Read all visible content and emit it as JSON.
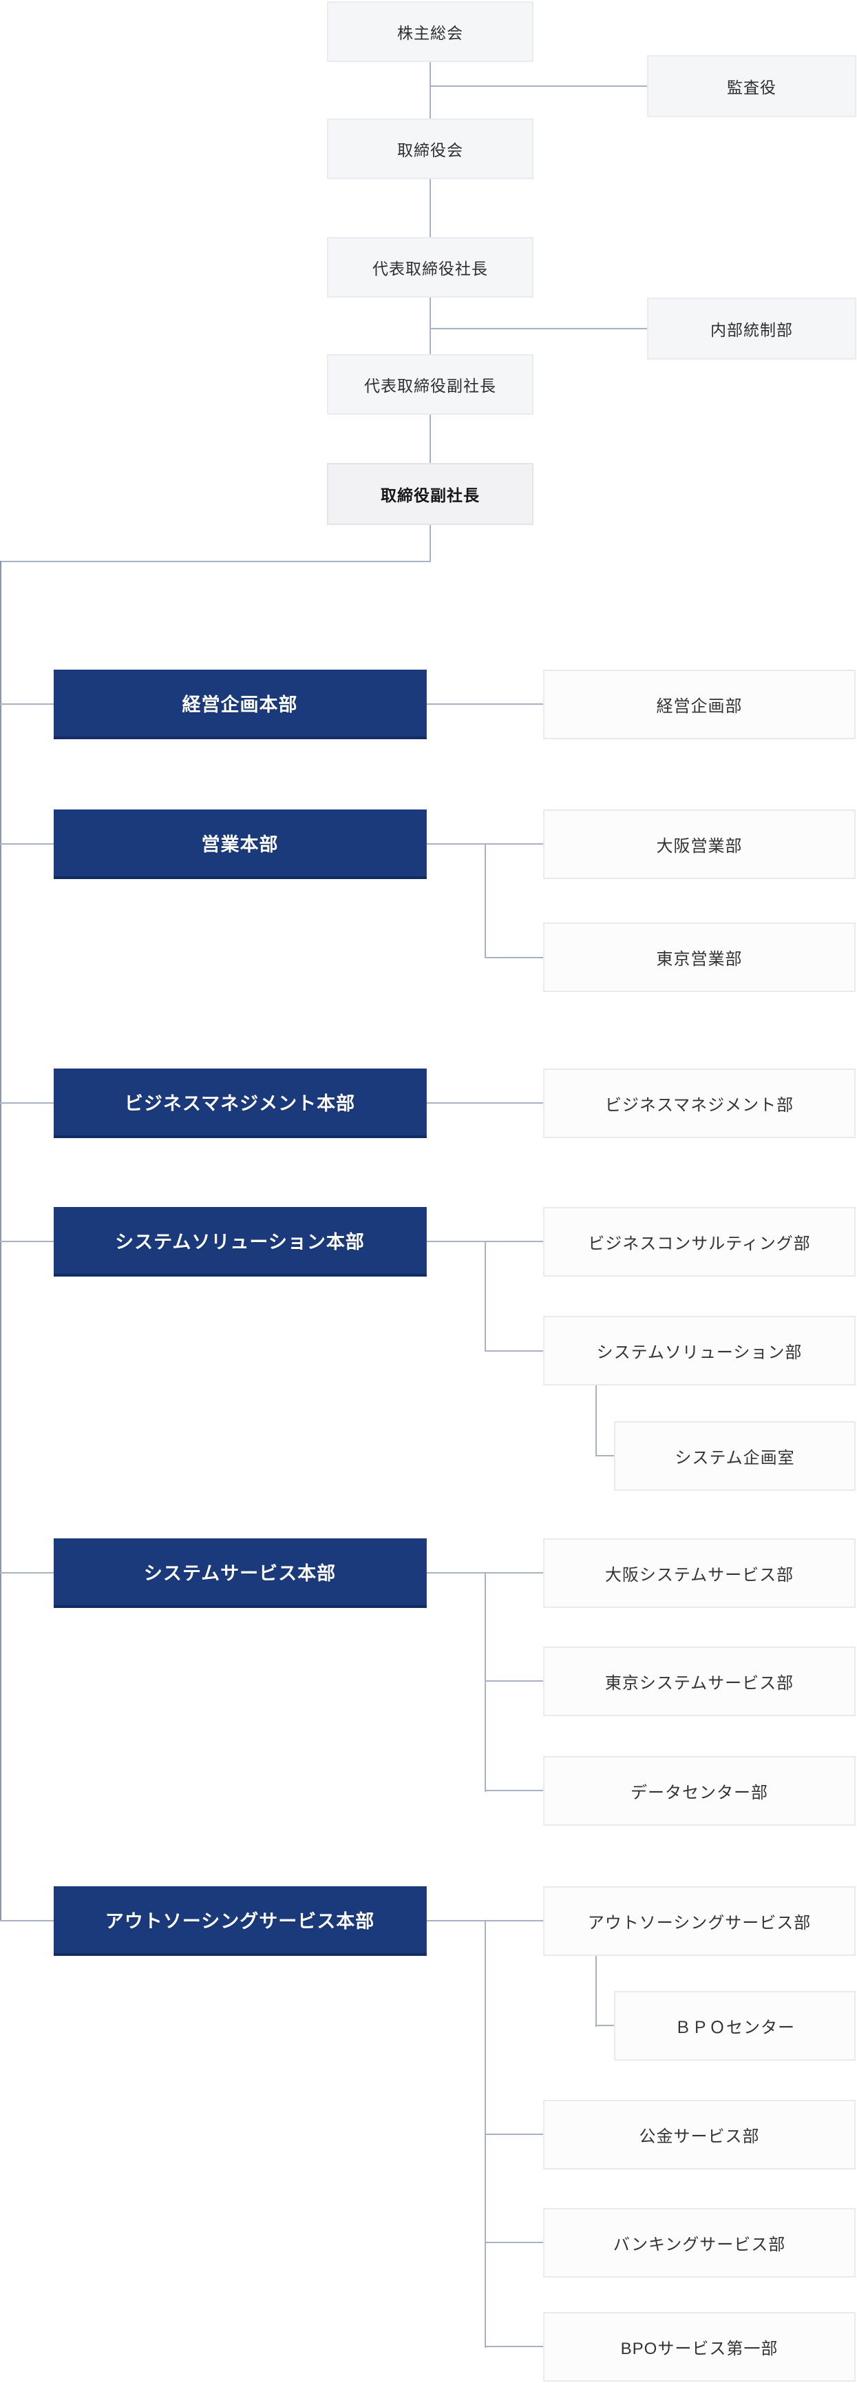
{
  "palette": {
    "division_blue": "#1a3a7c",
    "division_blue_shadow": "#122b61",
    "governance_box_fill": "#f5f6f8",
    "department_box_fill": "#fcfcfd",
    "box_border": "#e8eaf0",
    "connector_line": "#a9b2c3",
    "text_dark": "#2e2e2e",
    "text_white": "#ffffff"
  },
  "governance": {
    "boxes": [
      {
        "label": "株主総会"
      },
      {
        "label": "監査役"
      },
      {
        "label": "取締役会"
      },
      {
        "label": "代表取締役社長"
      },
      {
        "label": "内部統制部"
      },
      {
        "label": "代表取締役副社長"
      },
      {
        "label": "取締役副社長"
      }
    ]
  },
  "divisions": [
    {
      "name": "経営企画本部",
      "departments": [
        {
          "name": "経営企画部"
        }
      ]
    },
    {
      "name": "営業本部",
      "departments": [
        {
          "name": "大阪営業部"
        },
        {
          "name": "東京営業部"
        }
      ]
    },
    {
      "name": "ビジネスマネジメント本部",
      "departments": [
        {
          "name": "ビジネスマネジメント部"
        }
      ]
    },
    {
      "name": "システムソリューション本部",
      "departments": [
        {
          "name": "ビジネスコンサルティング部"
        },
        {
          "name": "システムソリューション部",
          "sub": [
            {
              "name": "システム企画室"
            }
          ]
        }
      ]
    },
    {
      "name": "システムサービス本部",
      "departments": [
        {
          "name": "大阪システムサービス部"
        },
        {
          "name": "東京システムサービス部"
        },
        {
          "name": "データセンター部"
        }
      ]
    },
    {
      "name": "アウトソーシングサービス本部",
      "departments": [
        {
          "name": "アウトソーシングサービス部",
          "sub": [
            {
              "name": "ＢＰＯセンター"
            }
          ]
        },
        {
          "name": "公金サービス部"
        },
        {
          "name": "バンキングサービス部"
        },
        {
          "name": "BPOサービス第一部"
        }
      ]
    }
  ]
}
